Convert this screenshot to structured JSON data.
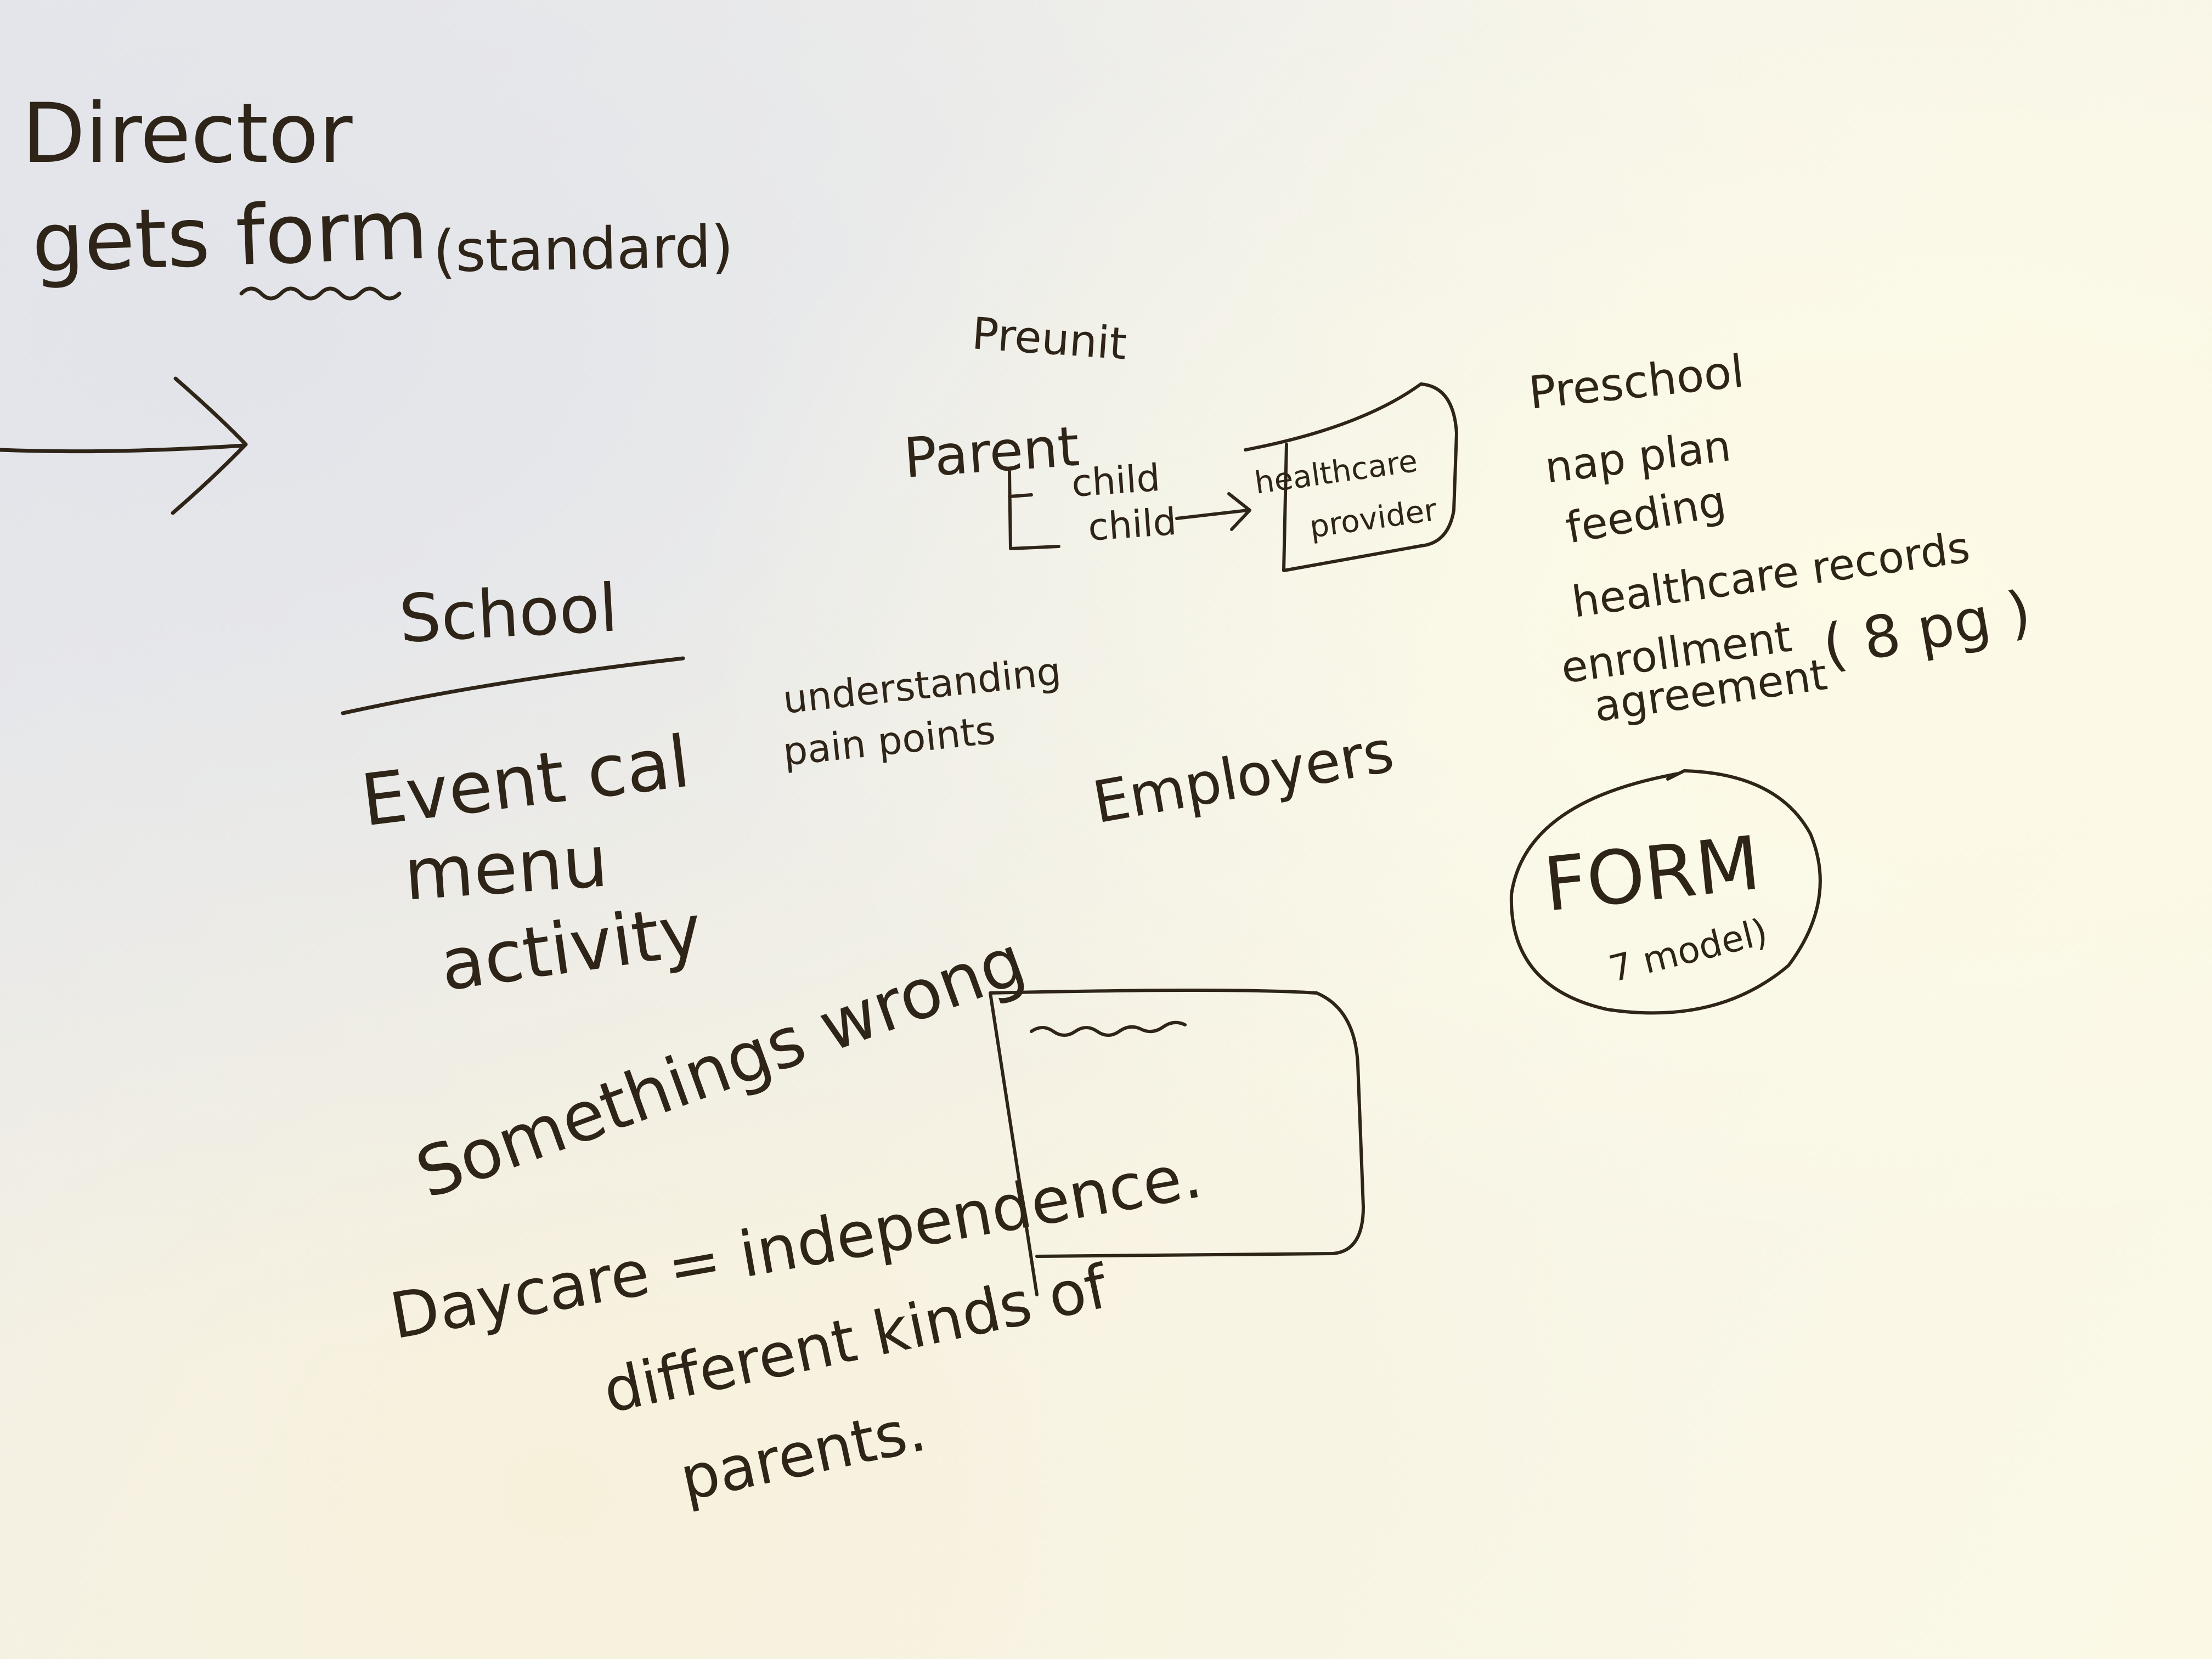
{
  "notes": {
    "director_line1": "Director",
    "director_line2": "gets form",
    "standard": "(standard)",
    "preunit": "Preunit",
    "parent": "Parent",
    "child_1": "child",
    "child_2": "child",
    "healthcare_provider_line1": "healthcare",
    "healthcare_provider_line2": "provider",
    "preschool": "Preschool",
    "nap_plan": "nap plan",
    "feeding": "feeding",
    "healthcare_records": "healthcare records",
    "enrollment_line1": "enrollment",
    "enrollment_line2": "agreement",
    "pages": "( 8 pg )",
    "school": "School",
    "understanding_line1": "understanding",
    "understanding_line2": "pain points",
    "employers": "Employers",
    "event_cal": "Event cal",
    "menu": "menu",
    "activity": "activity",
    "form": "FORM",
    "form_sub": "7 model)",
    "somethings_wrong": "Somethings wrong",
    "daycare": "Daycare = independence.",
    "different_kinds": "different kinds of",
    "parents": "parents."
  },
  "colors": {
    "ink": "#2e2518",
    "board": "#f6f4ea"
  }
}
